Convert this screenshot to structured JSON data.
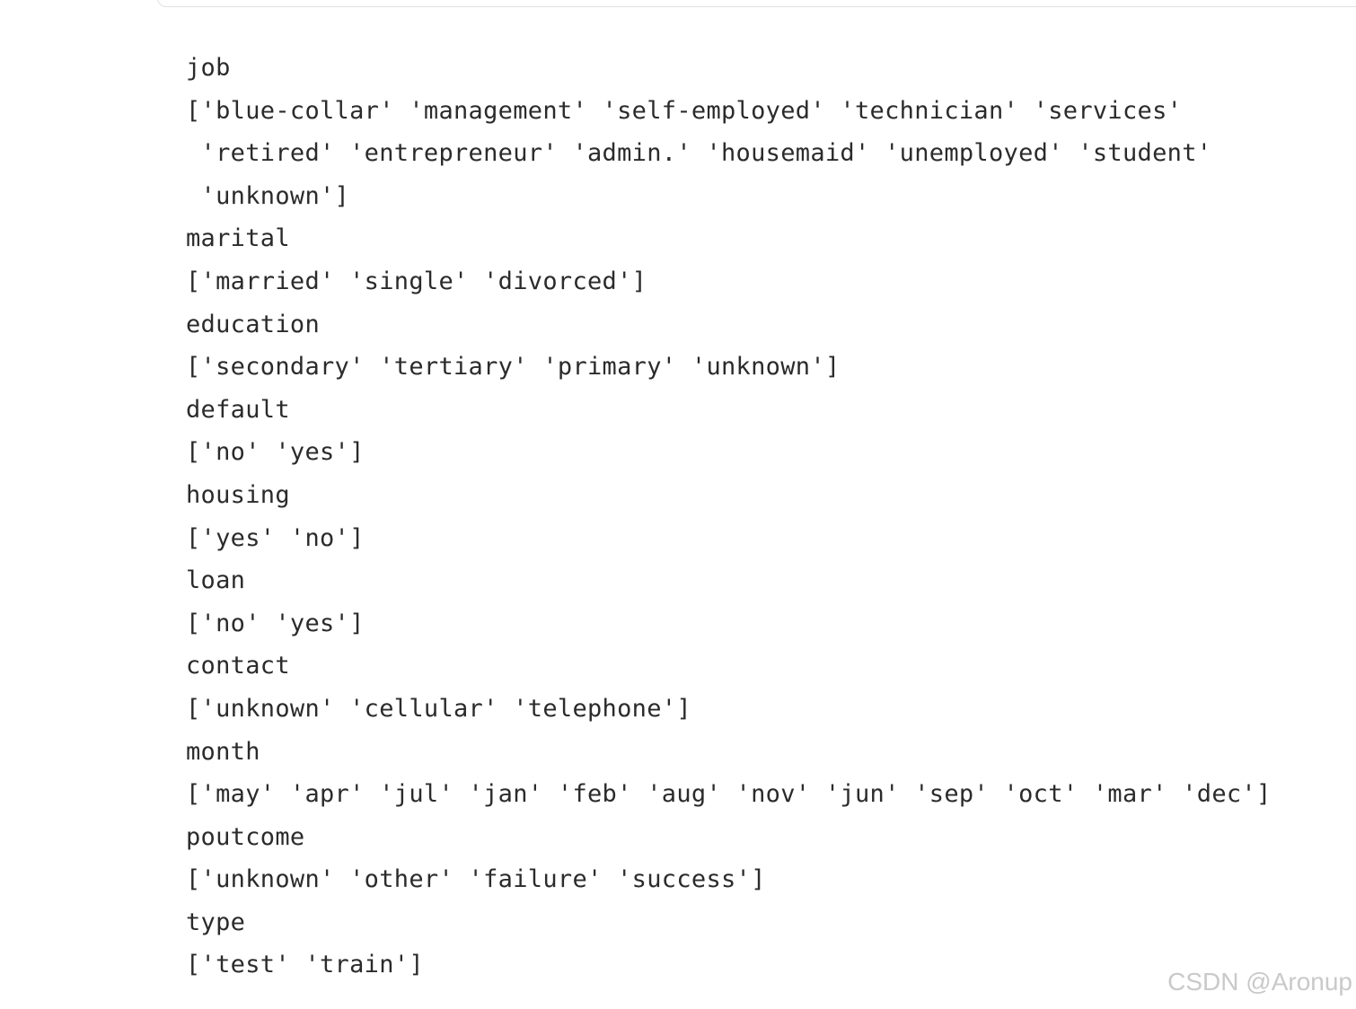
{
  "output": {
    "lines": [
      "job",
      "['blue-collar' 'management' 'self-employed' 'technician' 'services'",
      " 'retired' 'entrepreneur' 'admin.' 'housemaid' 'unemployed' 'student'",
      " 'unknown']",
      "marital",
      "['married' 'single' 'divorced']",
      "education",
      "['secondary' 'tertiary' 'primary' 'unknown']",
      "default",
      "['no' 'yes']",
      "housing",
      "['yes' 'no']",
      "loan",
      "['no' 'yes']",
      "contact",
      "['unknown' 'cellular' 'telephone']",
      "month",
      "['may' 'apr' 'jul' 'jan' 'feb' 'aug' 'nov' 'jun' 'sep' 'oct' 'mar' 'dec']",
      "poutcome",
      "['unknown' 'other' 'failure' 'success']",
      "type",
      "['test' 'train']"
    ]
  },
  "watermark": {
    "text": "CSDN @Aronup"
  }
}
